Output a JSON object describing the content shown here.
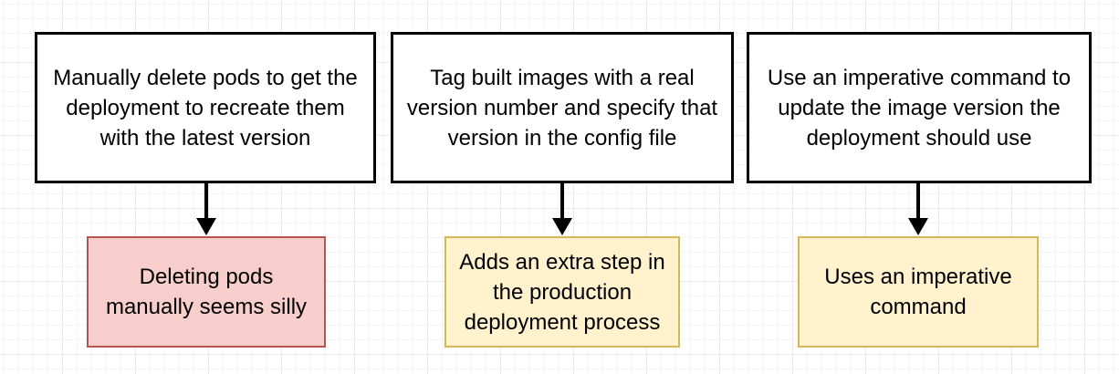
{
  "diagram": {
    "columns": [
      {
        "approach": "Manually delete pods to get the deployment to recreate them with the latest version",
        "outcome": "Deleting pods manually seems silly",
        "outcome_color": "red"
      },
      {
        "approach": "Tag built images with a real version number and specify that version in the config file",
        "outcome": "Adds an extra step in the production deployment process",
        "outcome_color": "yellow"
      },
      {
        "approach": "Use an imperative command to update the image version the deployment should use",
        "outcome": "Uses an imperative command",
        "outcome_color": "yellow"
      }
    ],
    "colors": {
      "red_fill": "#f8cecc",
      "red_stroke": "#b85450",
      "yellow_fill": "#fff2cc",
      "yellow_stroke": "#d6b656",
      "arrow": "#000000"
    }
  }
}
